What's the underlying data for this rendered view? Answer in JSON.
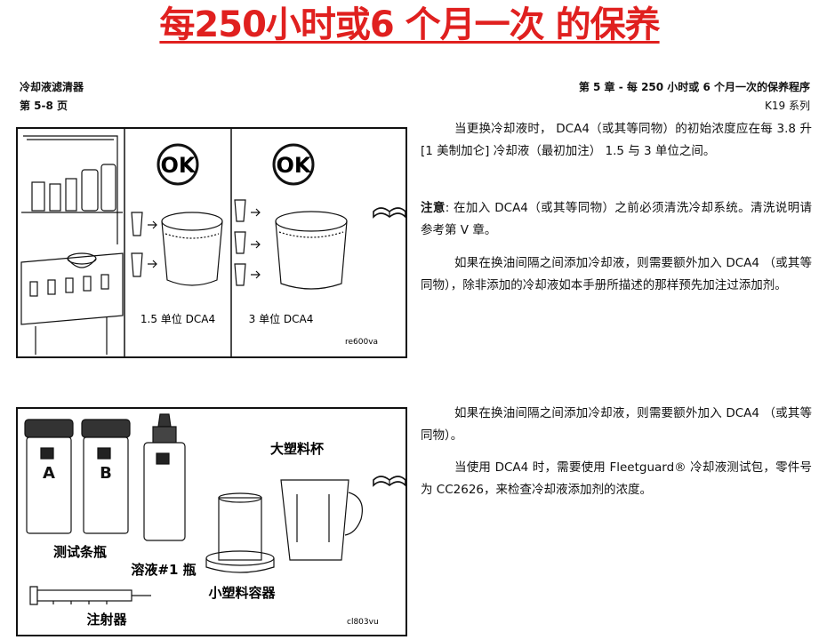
{
  "title": "每250小时或6 个月一次 的保养",
  "header": {
    "left_line1": "冷却液滤清器",
    "left_line2": "第 5-8 页",
    "right_line1": "第 5 章 - 每 250 小时或 6 个月一次的保养程序",
    "right_line2": "K19 系列"
  },
  "figure1": {
    "ok_left": "OK",
    "ok_right": "OK",
    "caption_left": "1.5 单位 DCA4",
    "caption_right": "3 单位 DCA4",
    "code": "re600va"
  },
  "figure2": {
    "label_large_cup": "大塑料杯",
    "label_strip_bottles": "测试条瓶",
    "label_solution_bottle": "溶液#1 瓶",
    "label_small_container": "小塑料容器",
    "label_syringe": "注射器",
    "strip_a_letter": "A",
    "strip_b_letter": "B",
    "code": "cl803vu"
  },
  "text": {
    "p1": "当更换冷却液时， DCA4（或其等同物）的初始浓度应在每 3.8 升 [1 美制加仑] 冷却液（最初加注） 1.5 与 3 单位之间。",
    "p2_label": "注意",
    "p2": ": 在加入 DCA4（或其等同物）之前必须清洗冷却系统。清洗说明请参考第 V 章。",
    "p3": "如果在换油间隔之间添加冷却液，则需要额外加入 DCA4 （或其等同物），除非添加的冷却液如本手册所描述的那样预先加注过添加剂。",
    "p4": "如果在换油间隔之间添加冷却液，则需要额外加入 DCA4 （或其等同物）。",
    "p5": "当使用 DCA4 时，需要使用 Fleetguard® 冷却液测试包，零件号为 CC2626，来检查冷却液添加剂的浓度。"
  }
}
